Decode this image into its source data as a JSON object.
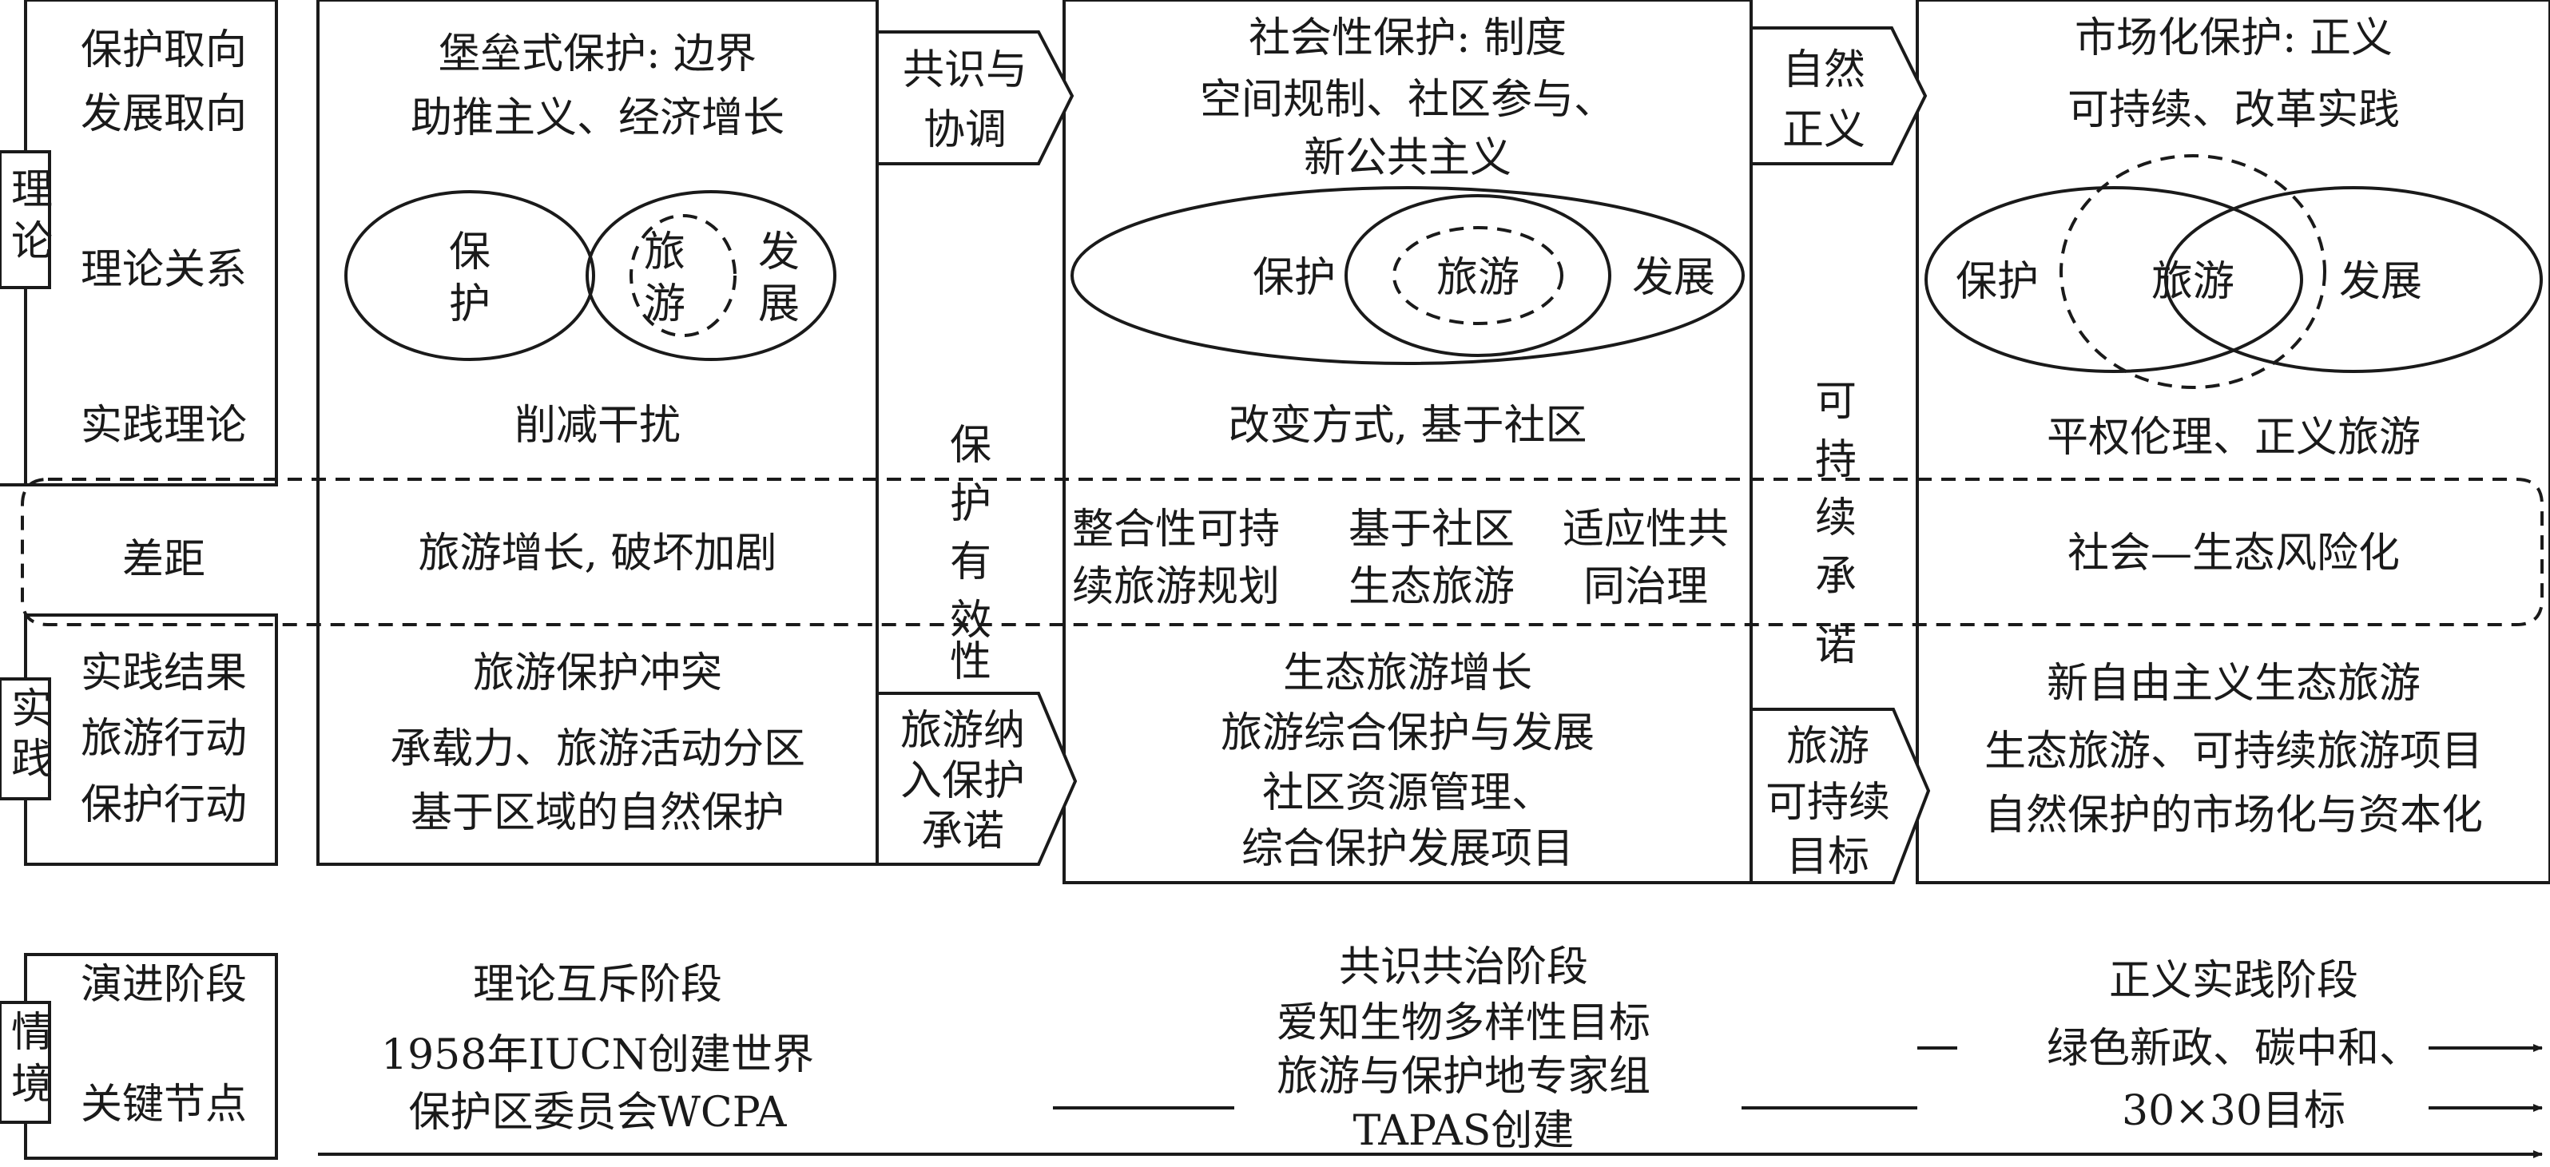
{
  "left_panel": {
    "theory_group_label": "理论",
    "practice_group_label": "实践",
    "context_group_label": "情境",
    "rows": {
      "protection_orientation": "保护取向",
      "development_orientation": "发展取向",
      "theory_relation": "理论关系",
      "practice_theory": "实践理论",
      "gap": "差距",
      "practice_result": "实践结果",
      "tourism_action": "旅游行动",
      "protection_action": "保护行动",
      "evolution_stage": "演进阶段",
      "key_node": "关键节点"
    }
  },
  "stages": [
    {
      "orientation": "堡垒式保护: 边界",
      "development": "助推主义、经济增长",
      "venn": {
        "protection": "保护",
        "tourism": "旅游",
        "development": "发展"
      },
      "practice_theory": "削减干扰",
      "gap": "旅游增长, 破坏加剧",
      "practice": [
        "旅游保护冲突",
        "承载力、旅游活动分区",
        "基于区域的自然保护"
      ]
    },
    {
      "orientation": "社会性保护: 制度",
      "development": [
        "空间规制、社区参与、",
        "新公共主义"
      ],
      "venn": {
        "protection": "保护",
        "tourism": "旅游",
        "development": "发展"
      },
      "practice_theory": "改变方式, 基于社区",
      "gap": [
        "整合性可持",
        "续旅游规划",
        "基于社区",
        "生态旅游",
        "适应性共",
        "同治理"
      ],
      "practice": [
        "生态旅游增长",
        "旅游综合保护与发展",
        "社区资源管理、",
        "综合保护发展项目"
      ]
    },
    {
      "orientation": "市场化保护: 正义",
      "development": "可持续、改革实践",
      "venn": {
        "protection": "保护",
        "tourism": "旅游",
        "development": "发展"
      },
      "practice_theory": "平权伦理、正义旅游",
      "gap": "社会—生态风险化",
      "practice": [
        "新自由主义生态旅游",
        "生态旅游、可持续旅游项目",
        "自然保护的市场化与资本化"
      ]
    }
  ],
  "connectors": {
    "consensus": [
      "共识与",
      "协调"
    ],
    "natural_justice": [
      "自然",
      "正义"
    ],
    "protection_effectiveness": [
      "保",
      "护",
      "有",
      "效",
      "性"
    ],
    "sustainability_commitment": [
      "可",
      "持",
      "续",
      "承",
      "诺"
    ],
    "tourism_commitment": [
      "旅游纳",
      "入保护",
      "承诺"
    ],
    "tourism_sustainable_goal": [
      "旅游",
      "可持续",
      "目标"
    ]
  },
  "context": {
    "stages": [
      "理论互斥阶段",
      "共识共治阶段",
      "正义实践阶段"
    ],
    "nodes": [
      [
        "1958年IUCN创建世界",
        "保护区委员会WCPA"
      ],
      [
        "爱知生物多样性目标",
        "旅游与保护地专家组",
        "TAPAS创建"
      ],
      [
        "绿色新政、碳中和、",
        "30×30目标"
      ]
    ]
  }
}
